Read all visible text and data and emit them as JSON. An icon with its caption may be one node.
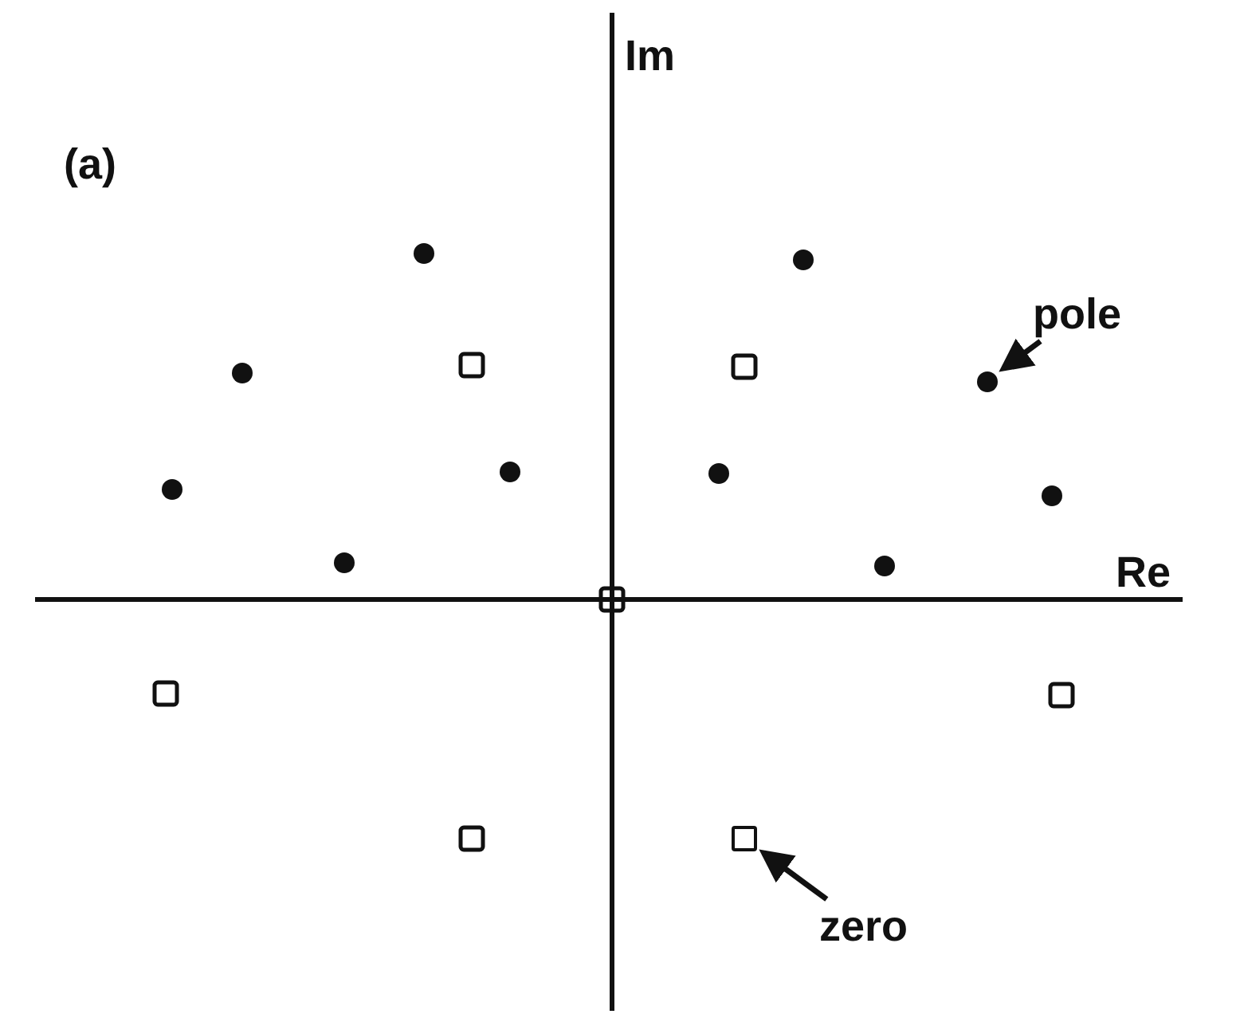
{
  "diagram": {
    "nodes": [
      {
        "text": [
          "pole"
        ]
      },
      {
        "text": [],
        "shape": "circle"
      },
      {
        "text": [
          "zero"
        ]
      },
      {
        "text": [],
        "shape": "box"
      }
    ],
    "edges": [
      {
        "from": 0,
        "to": 1,
        "arrow": "to"
      },
      {
        "from": 2,
        "to": 3,
        "arrow": "to"
      }
    ],
    "labels": [
      "(a)",
      "Im",
      "Re"
    ]
  }
}
